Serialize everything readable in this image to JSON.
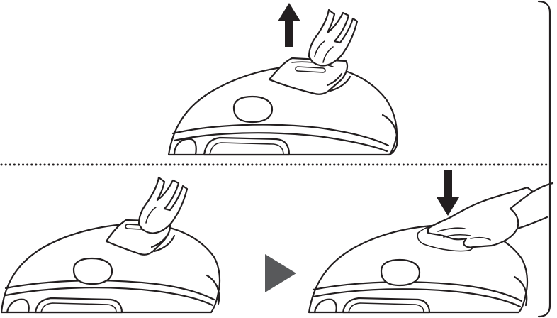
{
  "colors": {
    "line": "#231f20",
    "arrow": "#231f20",
    "next_triangle": "#58595b",
    "background": "#ffffff"
  },
  "panels": [
    {
      "step": "remove-cover",
      "arrow": "up-arrow-icon",
      "hand": "pulling-hand"
    },
    {
      "step": "hold-cover",
      "hand": "gripping-hand"
    },
    {
      "step": "press-cover",
      "arrow": "down-arrow-icon",
      "hand": "pressing-hand"
    }
  ],
  "separator": {
    "style": "dotted",
    "orientation": "horizontal"
  },
  "sequence_indicator": "play-triangle-icon"
}
